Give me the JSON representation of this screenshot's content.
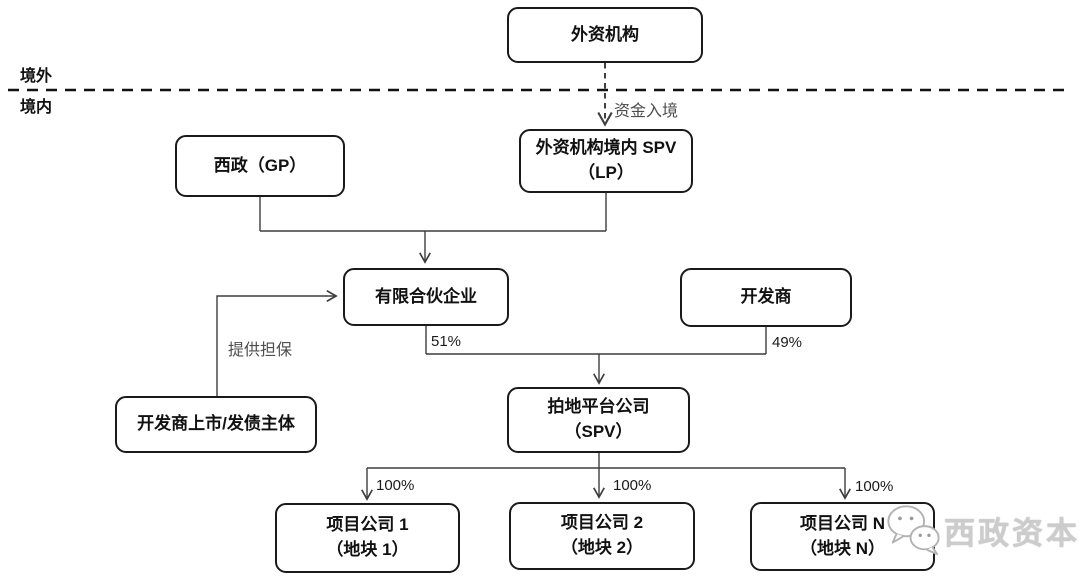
{
  "diagram": {
    "regions": {
      "offshore": "境外",
      "onshore": "境内"
    },
    "nodes": {
      "foreign_institution": {
        "label": "外资机构"
      },
      "xizheng_gp": {
        "label": "西政（GP）"
      },
      "foreign_spv_lp": {
        "line1": "外资机构境内 SPV",
        "line2": "（LP）"
      },
      "limited_partnership": {
        "label": "有限合伙企业"
      },
      "developer": {
        "label": "开发商"
      },
      "developer_listed_entity": {
        "label": "开发商上市/发债主体"
      },
      "land_platform_spv": {
        "line1": "拍地平台公司",
        "line2": "（SPV）"
      },
      "project_company_1": {
        "line1": "项目公司 1",
        "line2": "（地块 1）"
      },
      "project_company_2": {
        "line1": "项目公司 2",
        "line2": "（地块 2）"
      },
      "project_company_n": {
        "line1": "项目公司 N",
        "line2": "（地块 N）"
      }
    },
    "edge_labels": {
      "capital_entry": "资金入境",
      "guarantee": "提供担保",
      "lp_share": "51%",
      "developer_share": "49%",
      "share_100_1": "100%",
      "share_100_2": "100%",
      "share_100_n": "100%"
    },
    "watermark": {
      "text": "西政资本"
    },
    "colors": {
      "background": "#ffffff",
      "box_border": "#1a1a1a",
      "box_fill": "#ffffff",
      "line": "#3d3d3d",
      "watermark": "#cccccc"
    }
  }
}
